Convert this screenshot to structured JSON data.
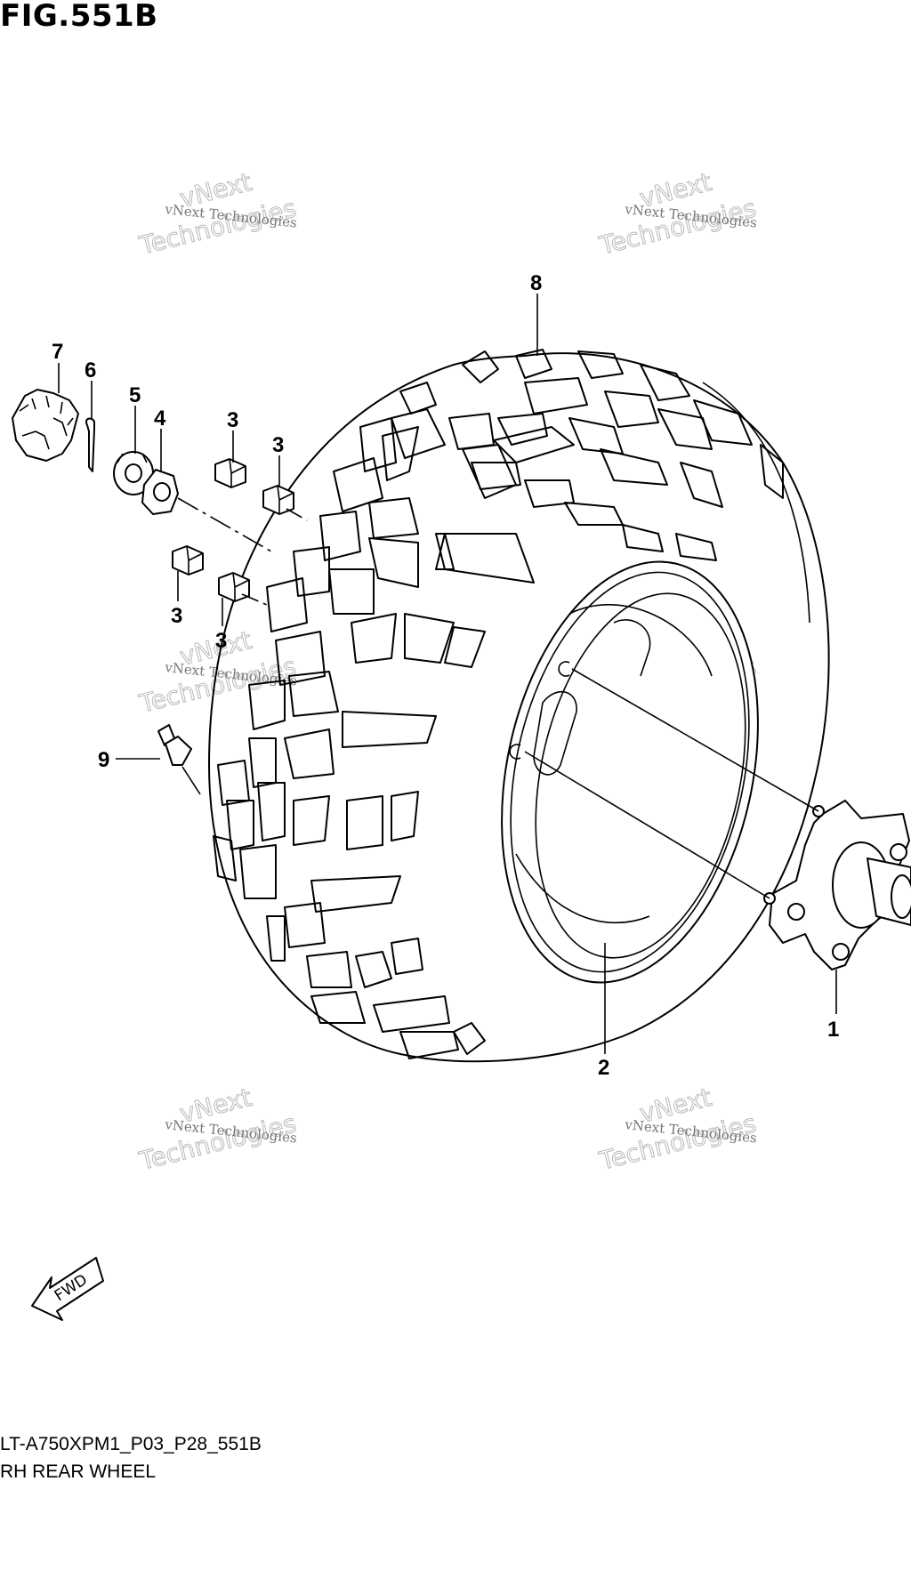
{
  "figure": {
    "title": "FIG.551B",
    "drawing_code": "LT-A750XPM1_P03_P28_551B",
    "caption": "RH REAR WHEEL"
  },
  "callouts": [
    "1",
    "2",
    "3",
    "3",
    "3",
    "3",
    "4",
    "5",
    "6",
    "7",
    "8",
    "9"
  ],
  "fwd_label": "FWD",
  "watermark": {
    "line_small": "vNext Technologies",
    "line_big_1": "vNext",
    "line_big_2": "Technologies"
  }
}
